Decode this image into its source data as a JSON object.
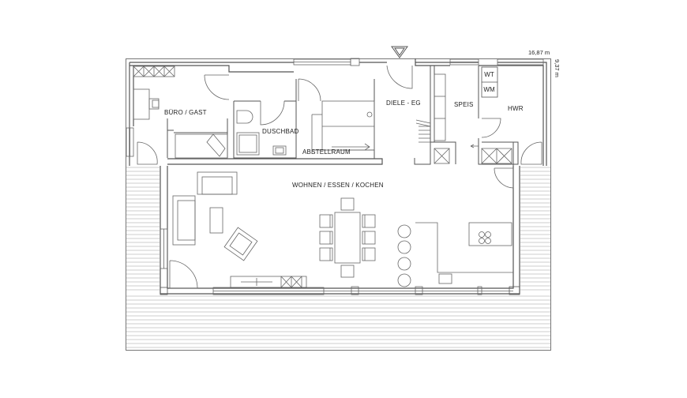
{
  "plan": {
    "dimensions": {
      "width": "16,87 m",
      "depth": "9,37 m"
    },
    "rooms": {
      "office": "BÜRO / GAST",
      "shower": "DUSCHBAD",
      "hall": "DIELE - EG",
      "pantry": "SPEIS",
      "utility": "HWR",
      "storage": "ABSTELLRAUM",
      "living": "WOHNEN / ESSEN / KOCHEN"
    },
    "appliances": {
      "dryer": "WT",
      "washer": "WM"
    },
    "colors": {
      "line": "#555555",
      "wall": "#555555"
    }
  }
}
